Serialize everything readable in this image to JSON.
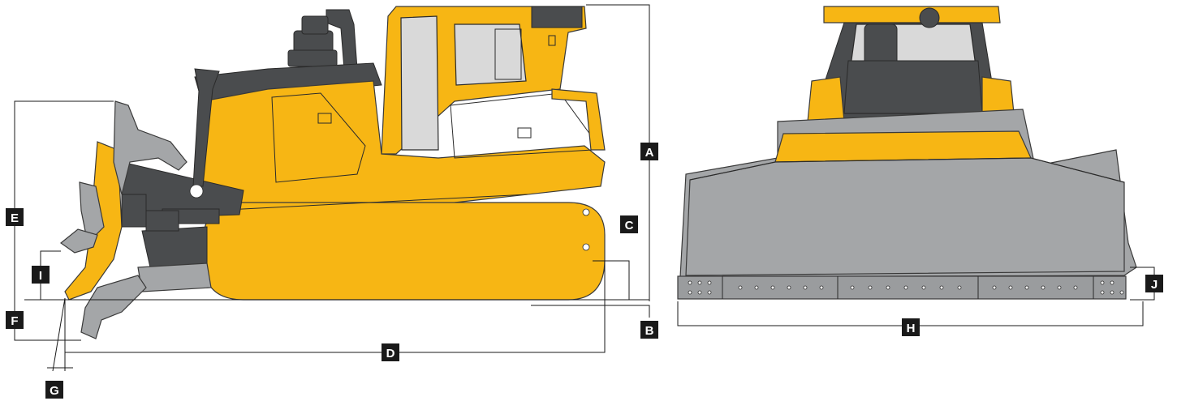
{
  "labels": {
    "A": "A",
    "B": "B",
    "C": "C",
    "D": "D",
    "E": "E",
    "F": "F",
    "G": "G",
    "H": "H",
    "I": "I",
    "J": "J"
  },
  "colors": {
    "machine_yellow": "#f7b614",
    "blade_grey": "#a4a6a8",
    "frame_dark": "#4a4c4e",
    "label_black": "#1a1a1a"
  }
}
